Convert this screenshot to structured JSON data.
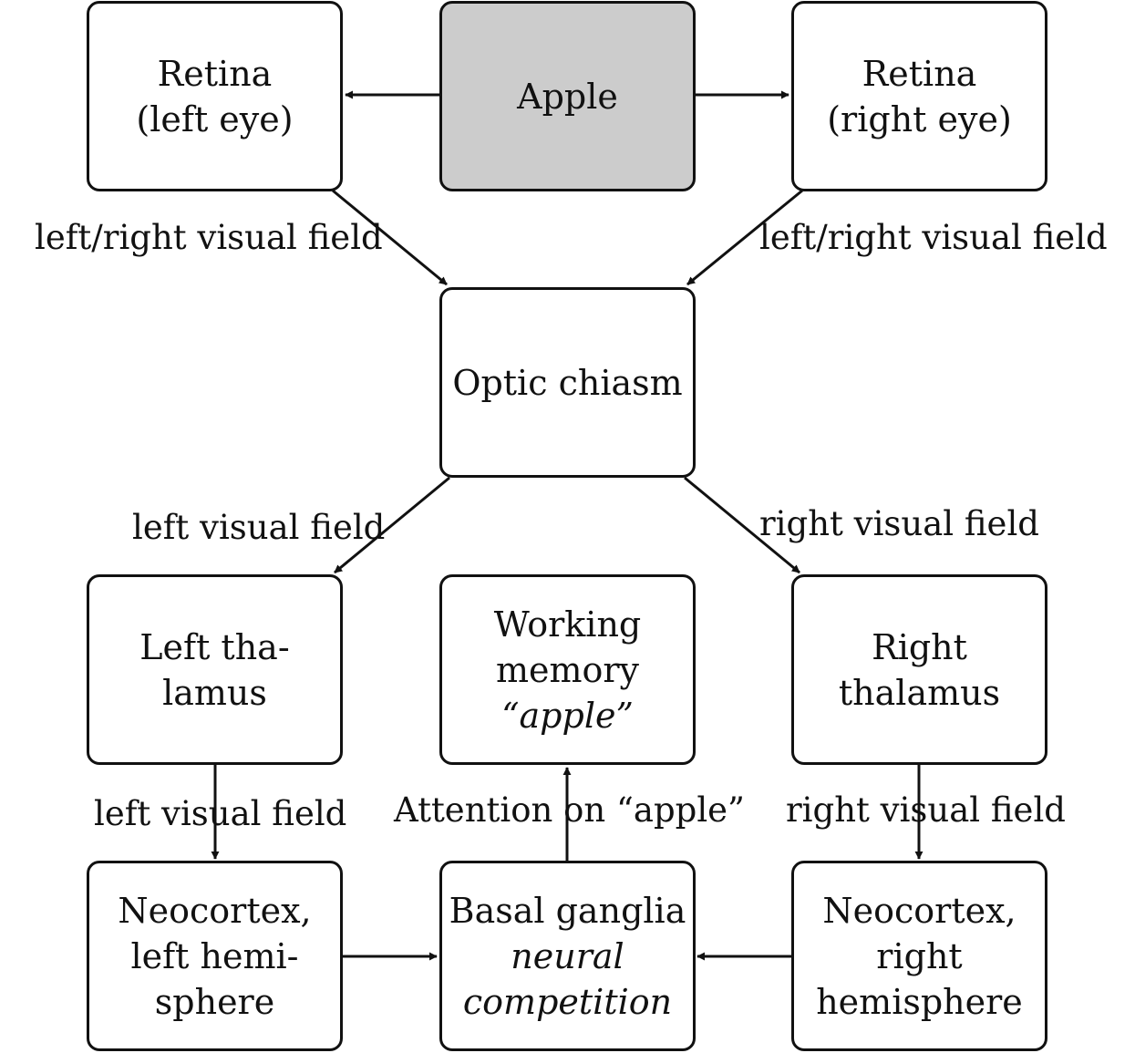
{
  "colors": {
    "stroke": "#111111",
    "source_fill": "#cccccc",
    "box_fill": "#ffffff"
  },
  "nodes": {
    "retina_left": {
      "lines": [
        "Retina",
        "(left eye)"
      ]
    },
    "apple": {
      "lines": [
        "Apple"
      ]
    },
    "retina_right": {
      "lines": [
        "Retina",
        "(right eye)"
      ]
    },
    "optic_chiasm": {
      "lines": [
        "Optic chiasm"
      ]
    },
    "thalamus_left": {
      "lines": [
        "Left tha-",
        "lamus"
      ]
    },
    "working_memory": {
      "lines": [
        "Working",
        "memory"
      ],
      "italic": "“apple”"
    },
    "thalamus_right": {
      "lines": [
        "Right",
        "thalamus"
      ]
    },
    "neocortex_left": {
      "lines": [
        "Neocortex,",
        "left hemi-",
        "sphere"
      ]
    },
    "basal_ganglia": {
      "lines": [
        "Basal ganglia"
      ],
      "italic_lines": [
        "neural",
        "competition"
      ]
    },
    "neocortex_right": {
      "lines": [
        "Neocortex,",
        "right",
        "hemisphere"
      ]
    }
  },
  "edge_labels": {
    "retina_left_to_chiasm": "left/right visual field",
    "retina_right_to_chiasm": "left/right visual field",
    "chiasm_to_thalamus_left": "left visual field",
    "chiasm_to_thalamus_right": "right visual field",
    "thalamus_left_to_neocortex": "left visual field",
    "thalamus_right_to_neocortex": "right visual field",
    "basal_to_working_memory": "Attention on “apple”"
  }
}
